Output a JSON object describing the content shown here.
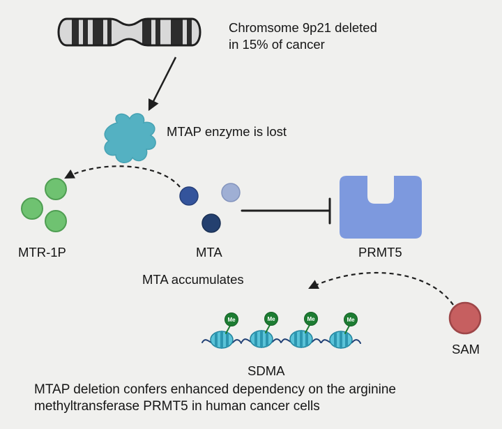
{
  "colors": {
    "background": "#f0f0ee",
    "text": "#151515",
    "outline": "#1f1f1f",
    "chromosome_body": "#d8d8d8",
    "chromosome_band": "#2d2d2d",
    "enzyme_teal": "#54b1c2",
    "enzyme_teal_edge": "#46a2b3",
    "mtr1p_green": "#6fc271",
    "mtr1p_green_edge": "#4f9e52",
    "mta_blue": "#34549c",
    "mta_blue_edge": "#27407a",
    "mta_navy": "#24406f",
    "mta_navy_edge": "#1a3054",
    "mta_faded": "#9fafd4",
    "mta_faded_edge": "#8394bd",
    "prmt5_blue": "#7d99de",
    "sam_red": "#c65f60",
    "sam_red_edge": "#9e4648",
    "me_green": "#1d7c32",
    "me_green_edge": "#156026",
    "nucleosome_fill": "#5ac3d8",
    "nucleosome_stripe": "#2d96b0",
    "nucleosome_edge": "#23839c",
    "dna_navy": "#203f74"
  },
  "labels": {
    "chromosome_note_line1": "Chromsome 9p21 deleted",
    "chromosome_note_line2": "in 15% of cancer",
    "mtap_lost": "MTAP enzyme is lost",
    "mtr1p": "MTR-1P",
    "mta": "MTA",
    "mta_accumulates": "MTA accumulates",
    "prmt5": "PRMT5",
    "sam": "SAM",
    "sdma": "SDMA",
    "me": "Me",
    "caption_line1": "MTAP deletion confers enhanced dependency on the arginine",
    "caption_line2": "methyltransferase PRMT5 in human cancer cells"
  }
}
